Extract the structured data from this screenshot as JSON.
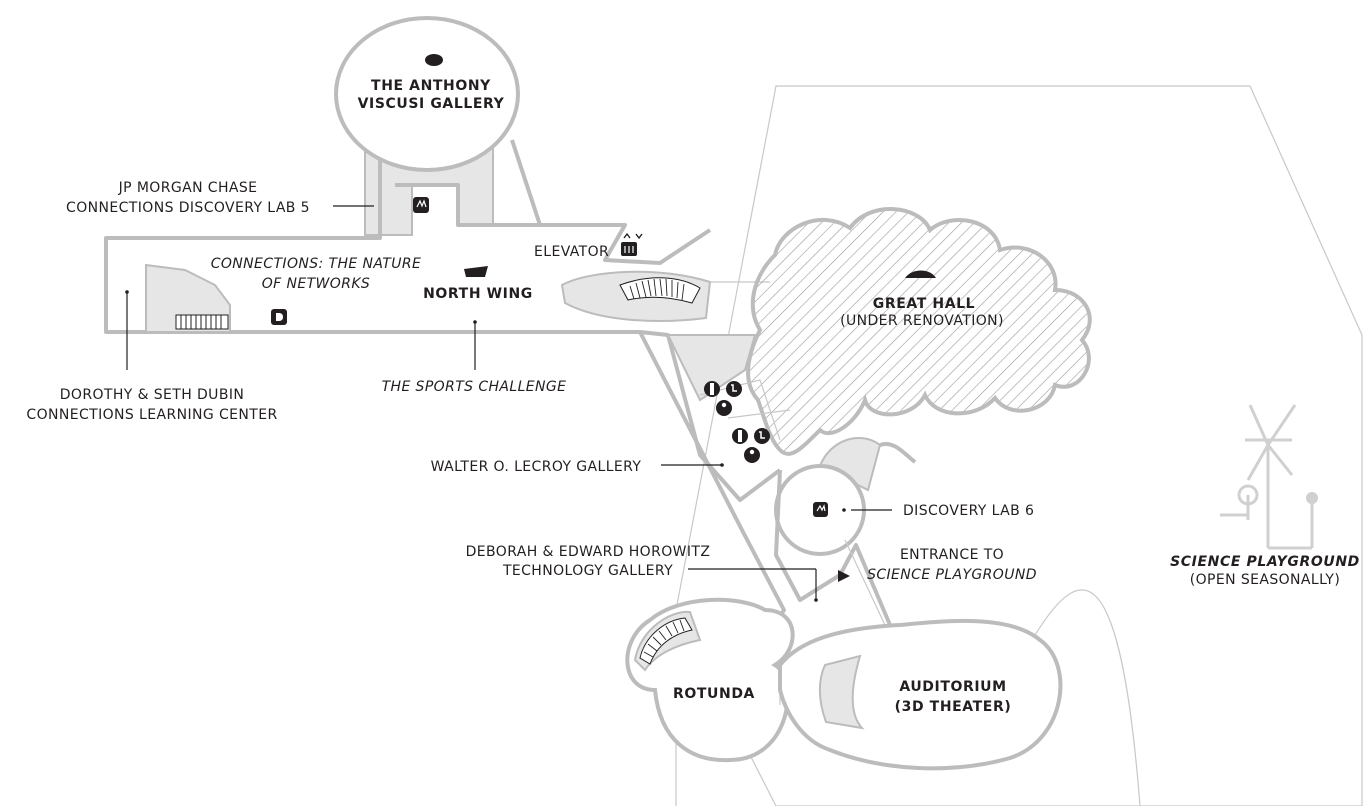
{
  "map": {
    "rooms": {
      "viscusi": [
        "THE ANTHONY",
        "VISCUSI GALLERY"
      ],
      "north_wing": "NORTH WING",
      "great_hall": "GREAT HALL",
      "great_hall_note": "(UNDER RENOVATION)",
      "rotunda": "ROTUNDA",
      "auditorium": [
        "AUDITORIUM",
        "(3D THEATER)"
      ]
    },
    "labels": {
      "jp_morgan": [
        "JP MORGAN CHASE",
        "CONNECTIONS DISCOVERY LAB 5"
      ],
      "elevator": "ELEVATOR",
      "connections_exhibit": [
        "CONNECTIONS: THE NATURE",
        "OF NETWORKS"
      ],
      "dubin": [
        "DOROTHY & SETH DUBIN",
        "CONNECTIONS LEARNING CENTER"
      ],
      "sports": "THE SPORTS CHALLENGE",
      "lecroy": "WALTER O. LECROY GALLERY",
      "discovery6": "DISCOVERY LAB 6",
      "horowitz": [
        "DEBORAH & EDWARD HOROWITZ",
        "TECHNOLOGY GALLERY"
      ],
      "entrance": [
        "ENTRANCE TO",
        "SCIENCE PLAYGROUND"
      ],
      "playground": [
        "SCIENCE PLAYGROUND",
        "(OPEN SEASONALLY)"
      ]
    },
    "icons": {
      "discovery_lab": "hand-icon",
      "elevator": "elevator-icon",
      "restrooms": "restroom-icon",
      "accessible": "wheelchair-icon",
      "family": "family-restroom-icon",
      "learning_center": "d-icon",
      "entrance": "arrow-right-icon"
    },
    "colors": {
      "wall": "#bcbcbc",
      "fill": "#e6e6e6",
      "text": "#231f20",
      "hatch": "#9a9a9a",
      "playground": "#d0d0d0"
    }
  }
}
